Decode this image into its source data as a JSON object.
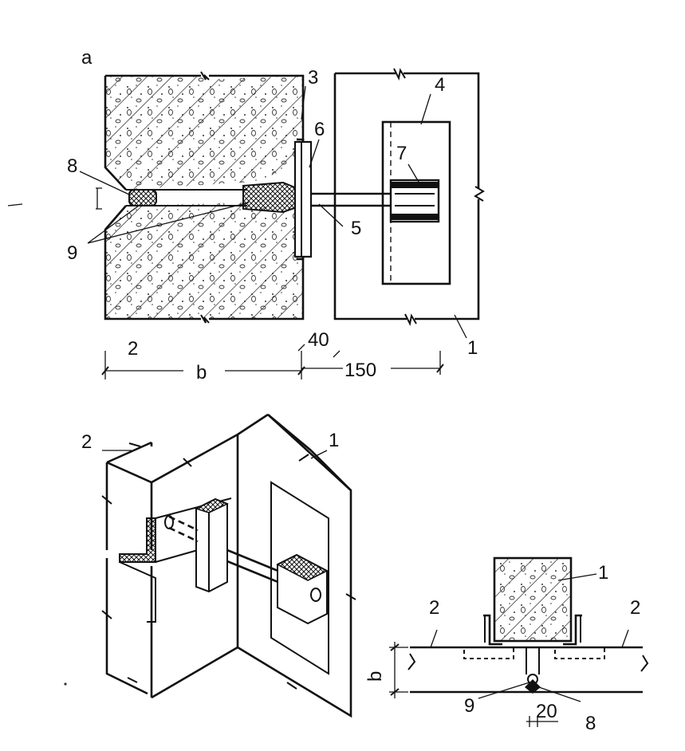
{
  "figure_a": {
    "panel_label": "a",
    "callouts": [
      "1",
      "2",
      "3",
      "4",
      "5",
      "6",
      "7",
      "8",
      "9"
    ],
    "dims": {
      "b": "b",
      "d40": "40",
      "d150": "150"
    }
  },
  "figure_iso": {
    "callouts": [
      "2",
      "1"
    ]
  },
  "figure_plan": {
    "callouts": [
      "1",
      "2",
      "2",
      "9",
      "8"
    ],
    "dims": {
      "b": "b",
      "d20": "20"
    }
  }
}
